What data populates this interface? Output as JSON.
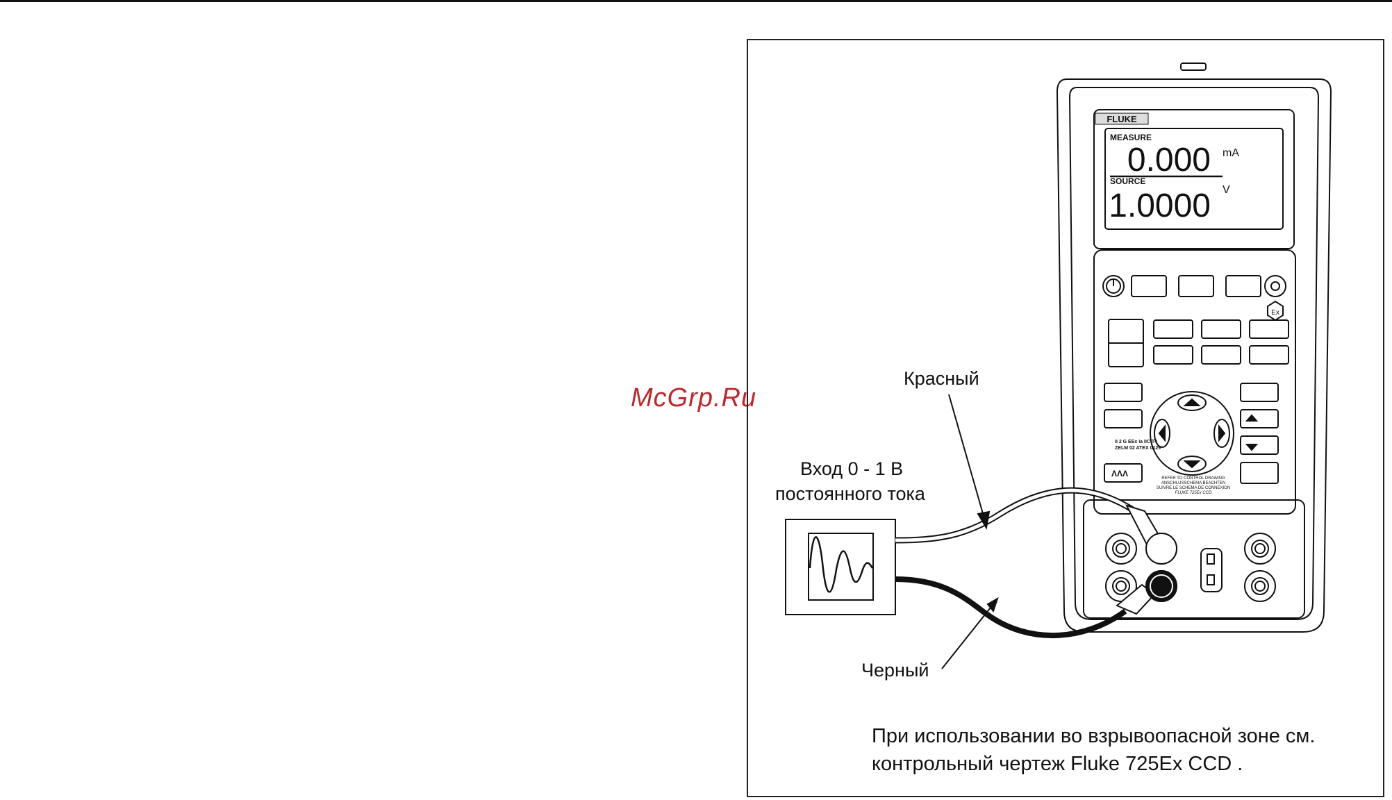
{
  "watermark": "McGrp.Ru",
  "device": {
    "brand": "FLUKE",
    "display": {
      "measure_label": "MEASURE",
      "measure_value": "0.000",
      "measure_unit": "mA",
      "source_label": "SOURCE",
      "source_value": "1.0000",
      "source_unit": "V"
    },
    "atex_text": [
      "II 2 G EEx ia IIC T4",
      "ZELM 02 ATEX 0129"
    ],
    "warning_text": [
      "REFER TO CONTROL DRAWING",
      "ANSCHLUSSCHEMA BEACHTEN",
      "SUIVRE LE SCHEMA DE CONNEXION",
      "FLUKE 725Ex CCD"
    ]
  },
  "labels": {
    "red_lead": "Красный",
    "black_lead": "Черный",
    "input_line1": "Вход 0 - 1 В",
    "input_line2": "постоянного тока"
  },
  "note": {
    "line1": "При использовании во взрывоопасной зоне см.",
    "line2": "контрольный чертеж Fluke 725Ex CCD  ."
  },
  "colors": {
    "line": "#111111",
    "watermark": "#c0272d",
    "lead_red": "#ffffff",
    "lead_black": "#111111"
  },
  "icons": [
    "power-icon",
    "sun-icon",
    "ex-icon",
    "arrow-up-icon",
    "arrow-down-icon",
    "arrow-left-icon",
    "arrow-right-icon"
  ]
}
